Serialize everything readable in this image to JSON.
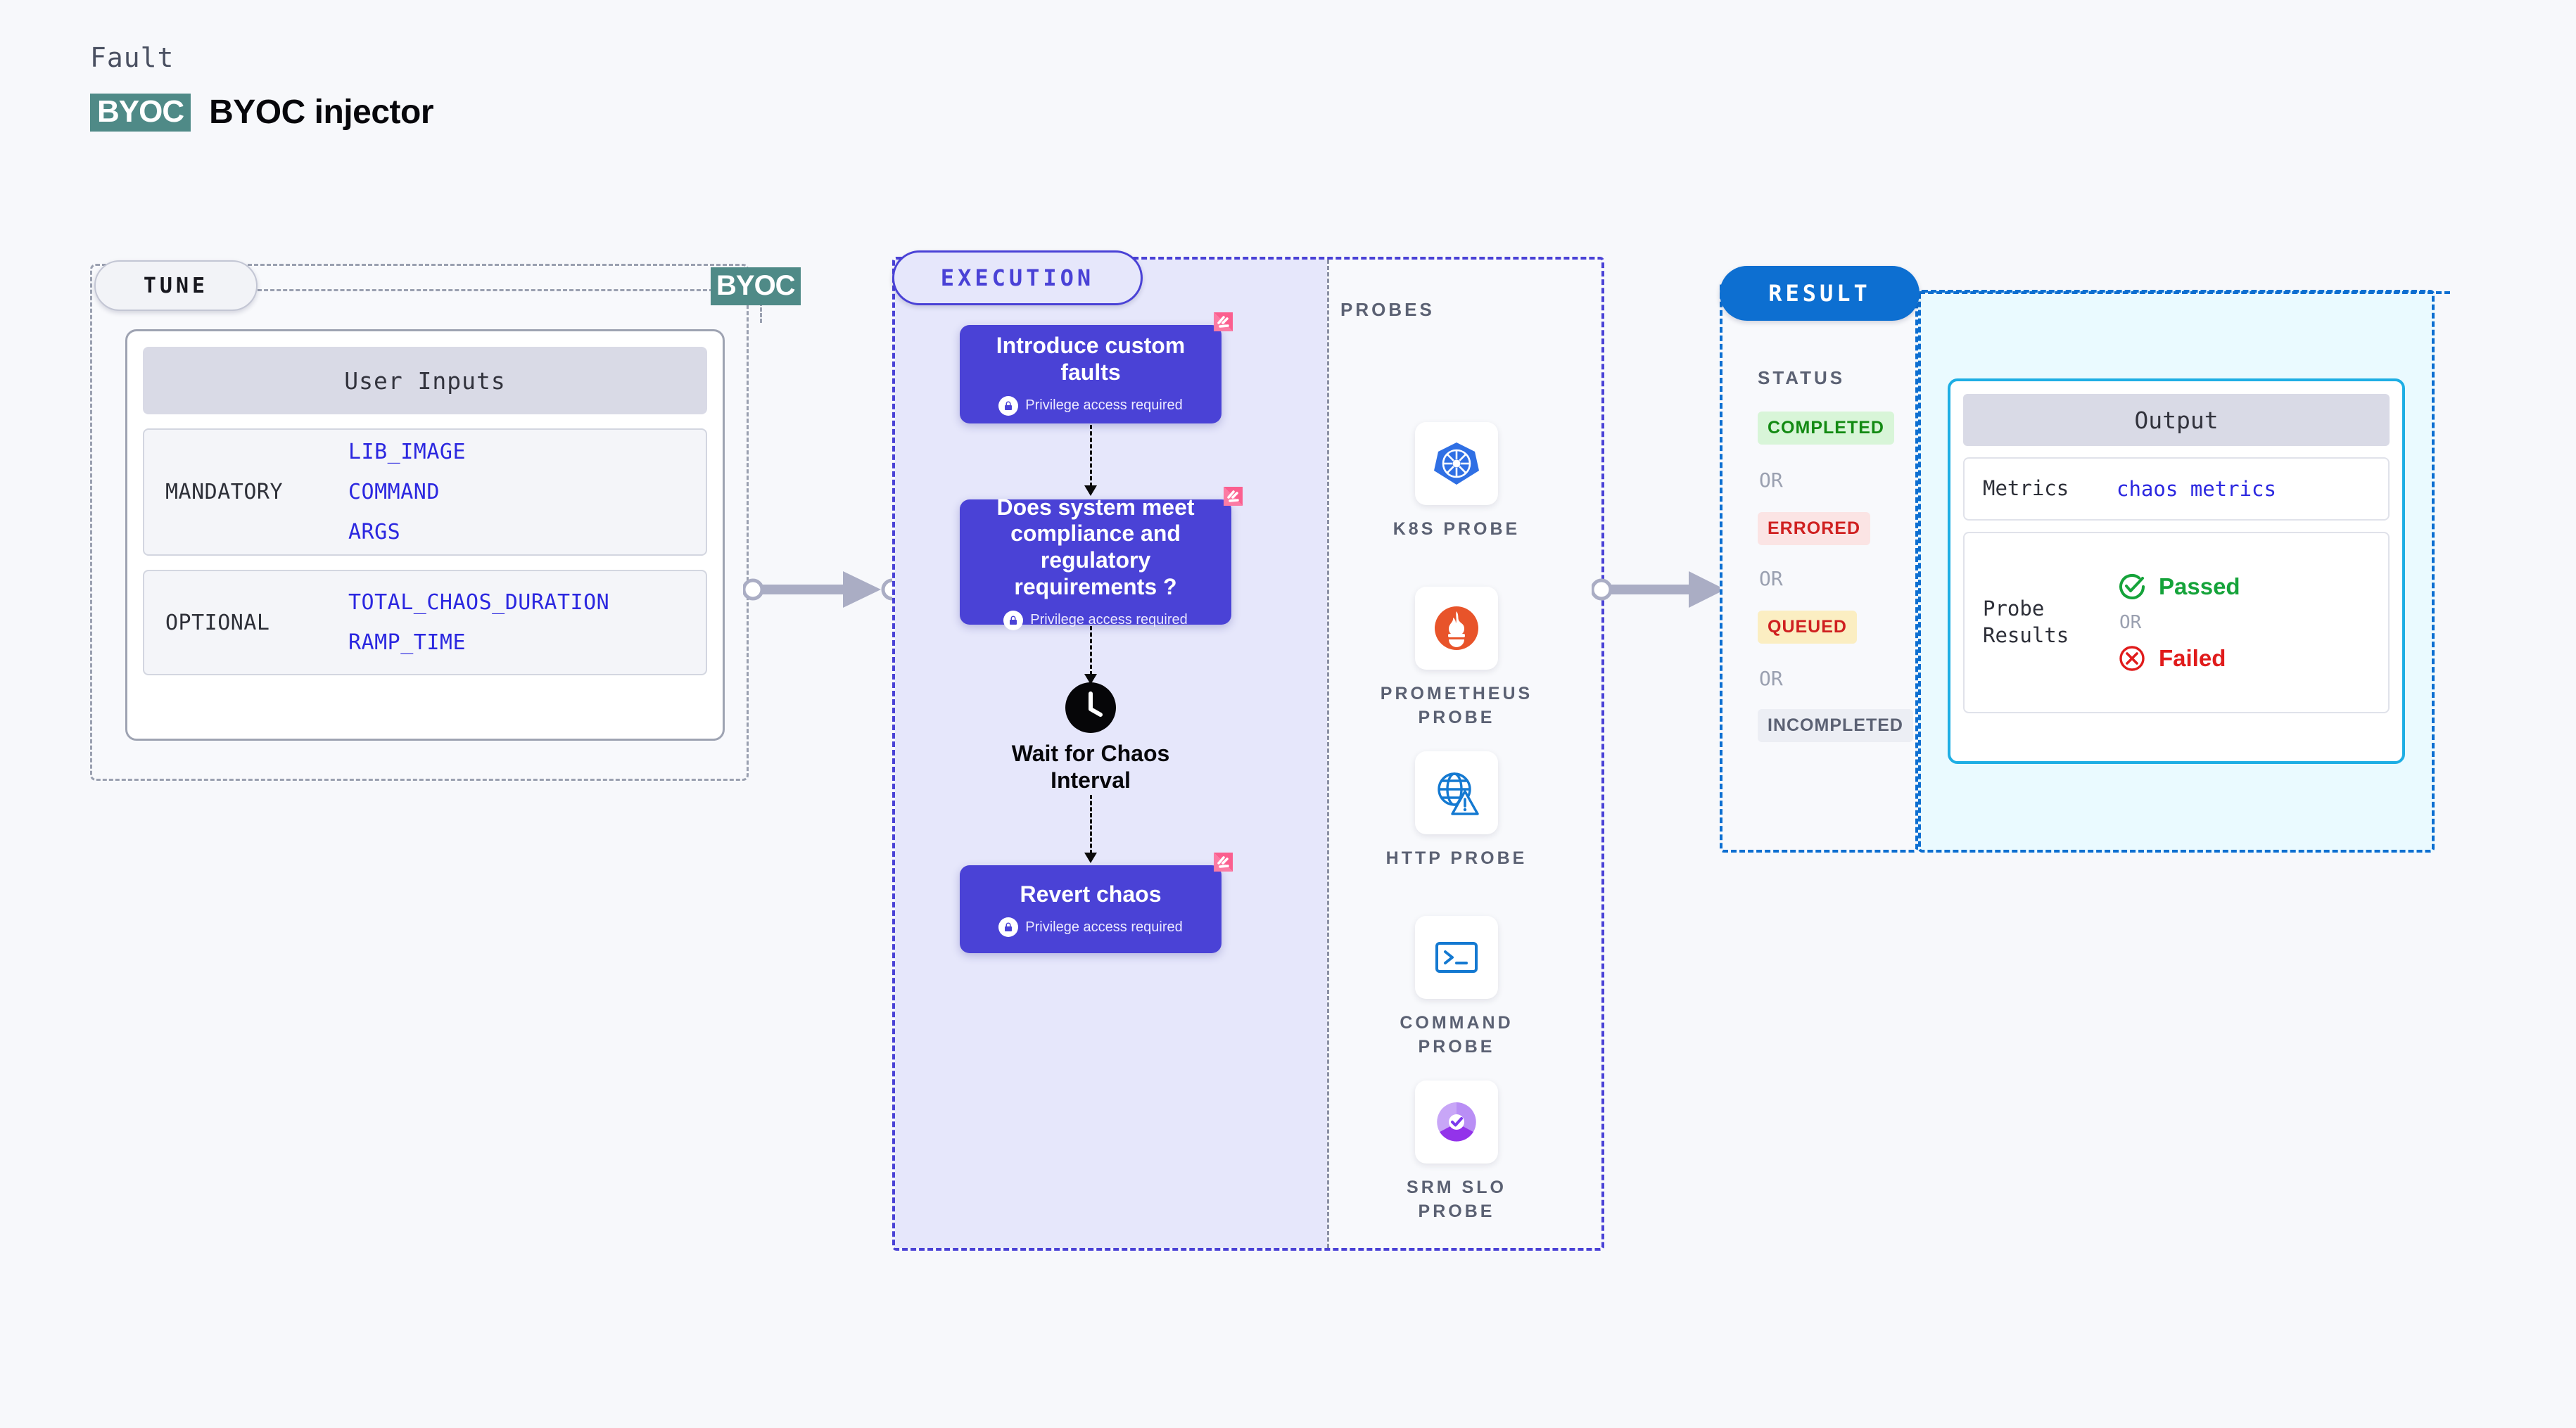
{
  "header": {
    "eyebrow": "Fault",
    "badge": "BYOC",
    "title": "BYOC injector"
  },
  "tune": {
    "pill_label": "TUNE",
    "connector_badge": "BYOC",
    "card_header": "User Inputs",
    "groups": [
      {
        "label": "MANDATORY",
        "params": [
          "LIB_IMAGE",
          "COMMAND",
          "ARGS"
        ]
      },
      {
        "label": "OPTIONAL",
        "params": [
          "TOTAL_CHAOS_DURATION",
          "RAMP_TIME"
        ]
      }
    ]
  },
  "execution": {
    "pill_label": "EXECUTION",
    "privilege_text": "Privilege access required",
    "nodes": [
      {
        "title": "Introduce custom faults",
        "privilege": "Privilege access required"
      },
      {
        "title": "Does system meet compliance and regulatory requirements ?",
        "privilege": "Privilege access required"
      },
      {
        "title": "Revert chaos",
        "privilege": "Privilege access required"
      }
    ],
    "wait_label": "Wait for Chaos Interval"
  },
  "probes": {
    "title": "PROBES",
    "items": [
      {
        "label": "K8S PROBE",
        "icon": "kubernetes-icon"
      },
      {
        "label": "PROMETHEUS PROBE",
        "icon": "prometheus-icon"
      },
      {
        "label": "HTTP PROBE",
        "icon": "http-globe-icon"
      },
      {
        "label": "COMMAND PROBE",
        "icon": "terminal-icon"
      },
      {
        "label": "SRM SLO PROBE",
        "icon": "slo-donut-icon"
      }
    ]
  },
  "result": {
    "pill_label": "RESULT",
    "status_title": "STATUS",
    "or_label": "OR",
    "statuses": [
      {
        "label": "COMPLETED",
        "bg": "#d8f5d8",
        "color": "#138a13"
      },
      {
        "label": "ERRORED",
        "bg": "#fbe4e4",
        "color": "#cf2020"
      },
      {
        "label": "QUEUED",
        "bg": "#fbeec2",
        "color": "#cf2020"
      },
      {
        "label": "INCOMPLETED",
        "bg": "#eceef4",
        "color": "#5b6173"
      }
    ],
    "output": {
      "header": "Output",
      "metrics_label": "Metrics",
      "metrics_value": "chaos metrics",
      "probe_results_label": "Probe Results",
      "passed_label": "Passed",
      "failed_label": "Failed",
      "or_label": "OR"
    }
  },
  "colors": {
    "accent_indigo": "#4a42d6",
    "accent_blue": "#0d6fd1",
    "accent_cyan": "#1eaee4",
    "teal_badge": "#4f8a87",
    "pink_badge": "#fb5f8f",
    "param_blue": "#2b27e0"
  }
}
